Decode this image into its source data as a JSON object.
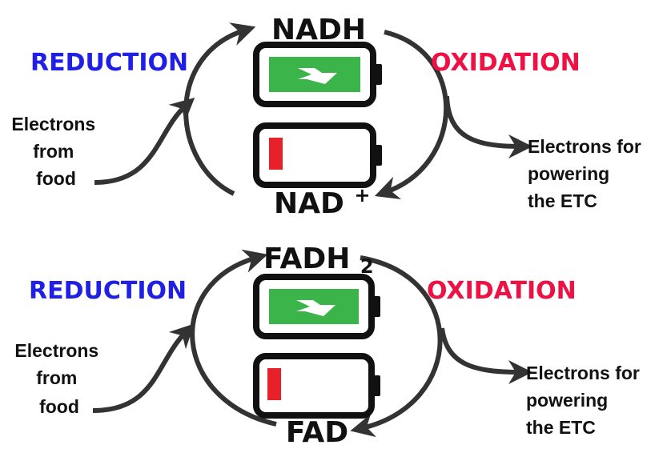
{
  "colors": {
    "reduction": "#1f1fe6",
    "oxidation": "#ee1144",
    "battery_frame": "#111111",
    "charge_full": "#3bb54a",
    "charge_low": "#e8202a",
    "arrow": "#333333"
  },
  "cycles": [
    {
      "reduced_carrier": "NADH",
      "oxidized_carrier": "NAD",
      "oxidized_superscript": "+",
      "reduction_label": "REDUCTION",
      "oxidation_label": "OXIDATION",
      "input_lines": [
        "Electrons",
        "from",
        "food"
      ],
      "output_lines": [
        "Electrons for",
        "powering",
        "the ETC"
      ],
      "icons": {
        "charged": "battery-full-icon",
        "depleted": "battery-low-icon",
        "bolt": "lightning-bolt-icon"
      }
    },
    {
      "reduced_carrier": "FADH",
      "reduced_subscript": "2",
      "oxidized_carrier": "FAD",
      "reduction_label": "REDUCTION",
      "oxidation_label": "OXIDATION",
      "input_lines": [
        "Electrons",
        "from",
        "food"
      ],
      "output_lines": [
        "Electrons for",
        "powering",
        "the ETC"
      ],
      "icons": {
        "charged": "battery-full-icon",
        "depleted": "battery-low-icon",
        "bolt": "lightning-bolt-icon"
      }
    }
  ]
}
